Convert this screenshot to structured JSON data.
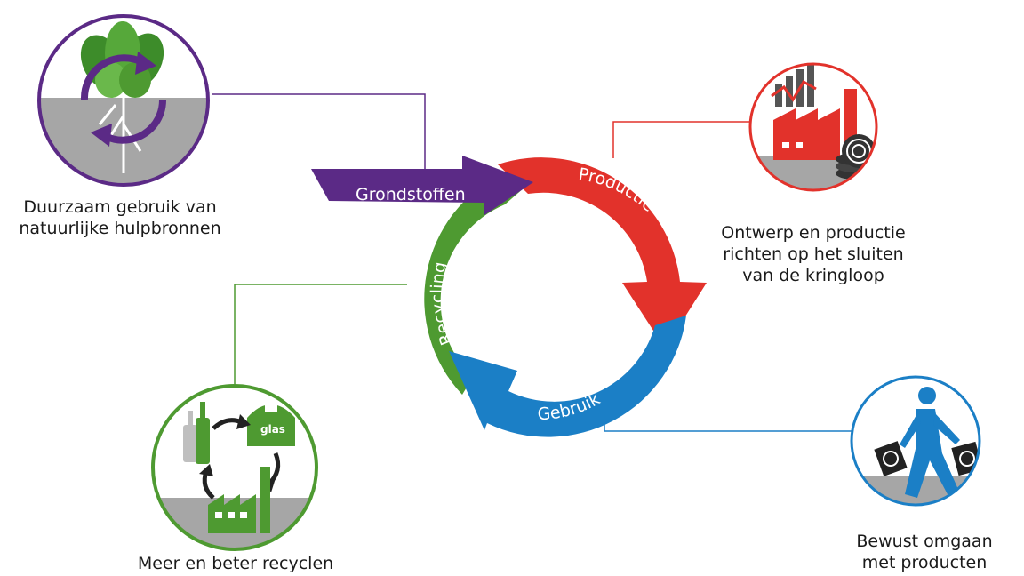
{
  "colors": {
    "purple": "#5b2a86",
    "red": "#e2322b",
    "blue": "#1b7fc6",
    "green": "#4e9a31",
    "ground": "#a6a6a6"
  },
  "cycle": {
    "grondstoffen": "Grondstoffen",
    "productie": "Productie",
    "gebruik": "Gebruik",
    "recycling": "Recycling"
  },
  "nodes": {
    "resources": {
      "icon": "plant-cycle-icon",
      "line1": "Duurzaam gebruik van",
      "line2": "natuurlijke hulpbronnen"
    },
    "production": {
      "icon": "factory-coins-icon",
      "line1": "Ontwerp en productie",
      "line2": "richten op het sluiten",
      "line3": "van de kringloop"
    },
    "consumption": {
      "icon": "walking-person-bags-icon",
      "line1": "Bewust omgaan",
      "line2": "met producten"
    },
    "recycling": {
      "icon": "bottles-glass-bin-icon",
      "bin_label": "glas",
      "line1": "Meer en beter recyclen"
    }
  }
}
